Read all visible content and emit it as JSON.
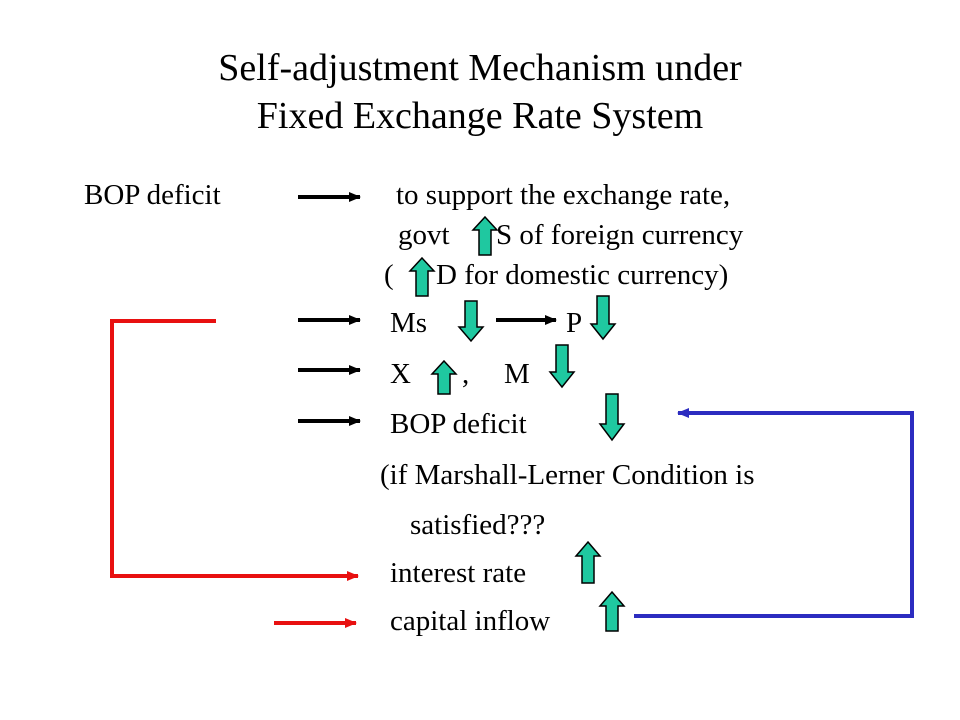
{
  "slide": {
    "title_line1": "Self-adjustment Mechanism under",
    "title_line2": "Fixed Exchange Rate System"
  },
  "flow": {
    "bop_deficit_label": "BOP deficit",
    "support_line1": "to support the exchange rate,",
    "support_line2_govt": "govt",
    "support_line2_rest": "S of foreign currency",
    "support_line3_open": "(",
    "support_line3_rest": "D for domestic currency)",
    "ms": "Ms",
    "p": "P",
    "x": "X",
    "comma": ",",
    "m": "M",
    "bop_deficit_result": "BOP deficit",
    "condition_line1": "(if Marshall-Lerner Condition is",
    "condition_line2": "satisfied???",
    "interest_rate": "interest rate",
    "capital_inflow": "capital inflow"
  },
  "colors": {
    "up_arrow_fill": "#1fc8a0",
    "down_arrow_fill": "#1fc8a0",
    "arrow_outline": "#000000",
    "black_connector": "#000000",
    "red_loop": "#e81010",
    "blue_loop": "#2c2cc0"
  },
  "icons": {
    "up": "up-arrow-icon",
    "down": "down-arrow-icon"
  }
}
